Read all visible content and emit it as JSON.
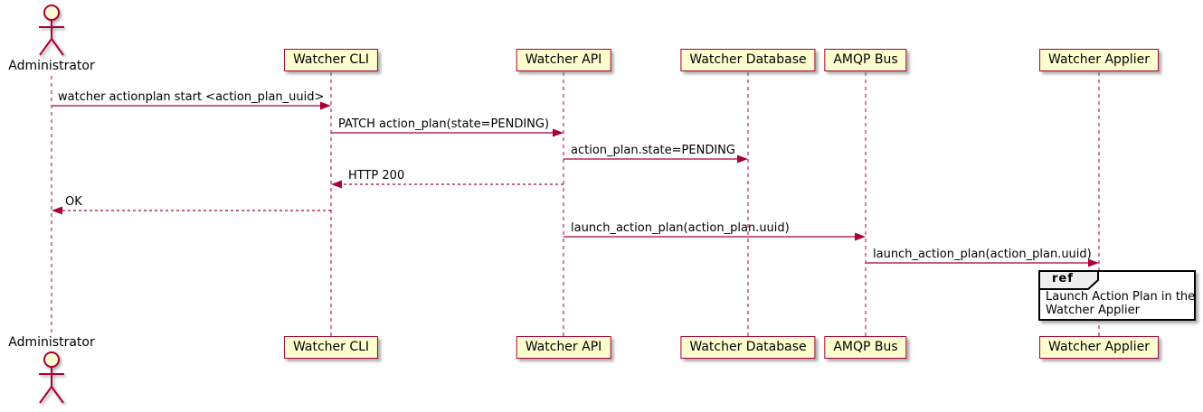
{
  "diagram": {
    "kind": "uml-sequence-diagram",
    "actor": {
      "name": "Administrator"
    },
    "participants": [
      {
        "name": "Watcher CLI"
      },
      {
        "name": "Watcher API"
      },
      {
        "name": "Watcher Database"
      },
      {
        "name": "AMQP Bus"
      },
      {
        "name": "Watcher Applier"
      }
    ],
    "messages": [
      {
        "from": "Administrator",
        "to": "Watcher CLI",
        "style": "solid",
        "label": "watcher actionplan start <action_plan_uuid>"
      },
      {
        "from": "Watcher CLI",
        "to": "Watcher API",
        "style": "solid",
        "label": "PATCH action_plan(state=PENDING)"
      },
      {
        "from": "Watcher API",
        "to": "Watcher Database",
        "style": "solid",
        "label": "action_plan.state=PENDING"
      },
      {
        "from": "Watcher API",
        "to": "Watcher CLI",
        "style": "dashed",
        "label": "HTTP 200"
      },
      {
        "from": "Watcher CLI",
        "to": "Administrator",
        "style": "dashed",
        "label": "OK"
      },
      {
        "from": "Watcher API",
        "to": "AMQP Bus",
        "style": "solid",
        "label": "launch_action_plan(action_plan.uuid)"
      },
      {
        "from": "AMQP Bus",
        "to": "Watcher Applier",
        "style": "solid",
        "label": "launch_action_plan(action_plan.uuid)"
      }
    ],
    "ref": {
      "keyword": "ref",
      "lines": [
        "Launch Action Plan in the",
        "Watcher Applier"
      ]
    },
    "colors": {
      "accent": "#A80036",
      "participant_fill": "#FEFECE",
      "lifeline": "#A80036",
      "ref_border": "#000000",
      "ref_tab_fill": "#EEEEEE",
      "text": "#000000"
    }
  }
}
